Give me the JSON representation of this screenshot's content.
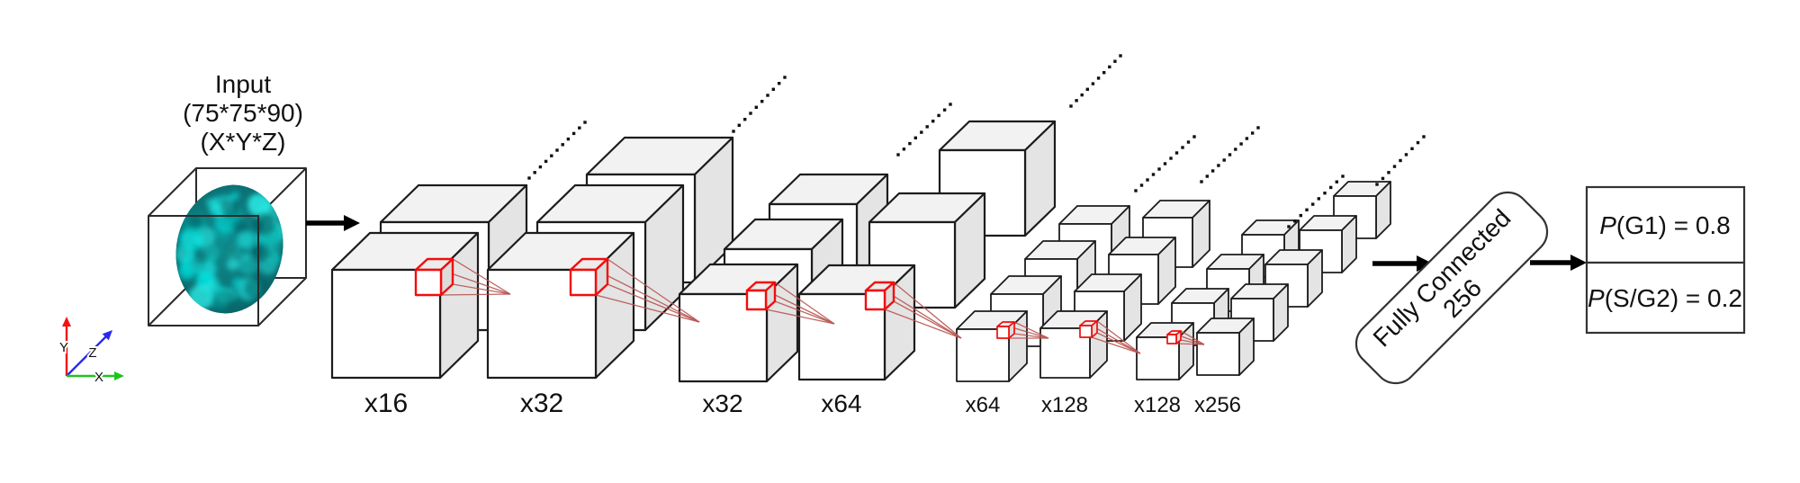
{
  "diagram": {
    "input": {
      "line1": "Input",
      "line2": "(75*75*90)",
      "line3": "(X*Y*Z)"
    },
    "axes": {
      "x_label": "X",
      "y_label": "Y",
      "z_label": "Z",
      "x_color": "#1ec41e",
      "y_color": "#f31212",
      "z_color": "#2a2aee"
    },
    "layers": [
      {
        "label": "x16"
      },
      {
        "label": "x32"
      },
      {
        "label": "x32"
      },
      {
        "label": "x64"
      },
      {
        "label": "x64"
      },
      {
        "label": "x128"
      },
      {
        "label": "x128"
      },
      {
        "label": "x256"
      }
    ],
    "fully_connected": {
      "line1": "Fully Connected",
      "line2": "256"
    },
    "outputs": [
      {
        "p": "P",
        "rest": "(G1) = 0.8"
      },
      {
        "p": "P",
        "rest": "(S/G2) = 0.2"
      }
    ],
    "colors": {
      "cube_front": "#ffffff",
      "cube_top": "#f2f2f2",
      "cube_side": "#e4e4e4",
      "cube_stroke": "#1c1c1c",
      "kernel_stroke": "#f20d0d",
      "projection_line": "#b85450",
      "nucleus_base": "#0b767a",
      "nucleus_bright": "#1fe0db",
      "arrow": "#000000",
      "box_stroke": "#333333",
      "dot": "#111111"
    }
  }
}
